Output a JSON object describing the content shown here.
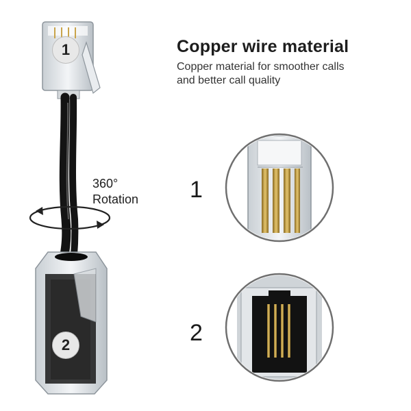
{
  "heading": {
    "title": "Copper wire material",
    "line1": "Copper material for smoother calls",
    "line2": "and better call quality"
  },
  "rotation": {
    "line1": "360°",
    "line2": "Rotation"
  },
  "detail_numbers": [
    "1",
    "2"
  ],
  "badges": [
    "1",
    "2"
  ],
  "colors": {
    "copper": "#c9a44a",
    "cable": "#141414",
    "plastic": "#dde2e6"
  }
}
